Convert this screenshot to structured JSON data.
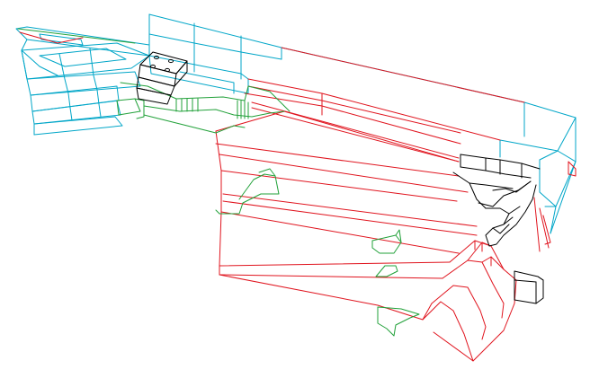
{
  "drawing": {
    "background": "#ffffff",
    "layers": [
      {
        "name": "cyan-outline",
        "color": "#00a6c8"
      },
      {
        "name": "red-edges",
        "color": "#e0141e"
      },
      {
        "name": "green-fragments",
        "color": "#22a13a"
      },
      {
        "name": "black-blocks",
        "color": "#000000"
      }
    ]
  }
}
